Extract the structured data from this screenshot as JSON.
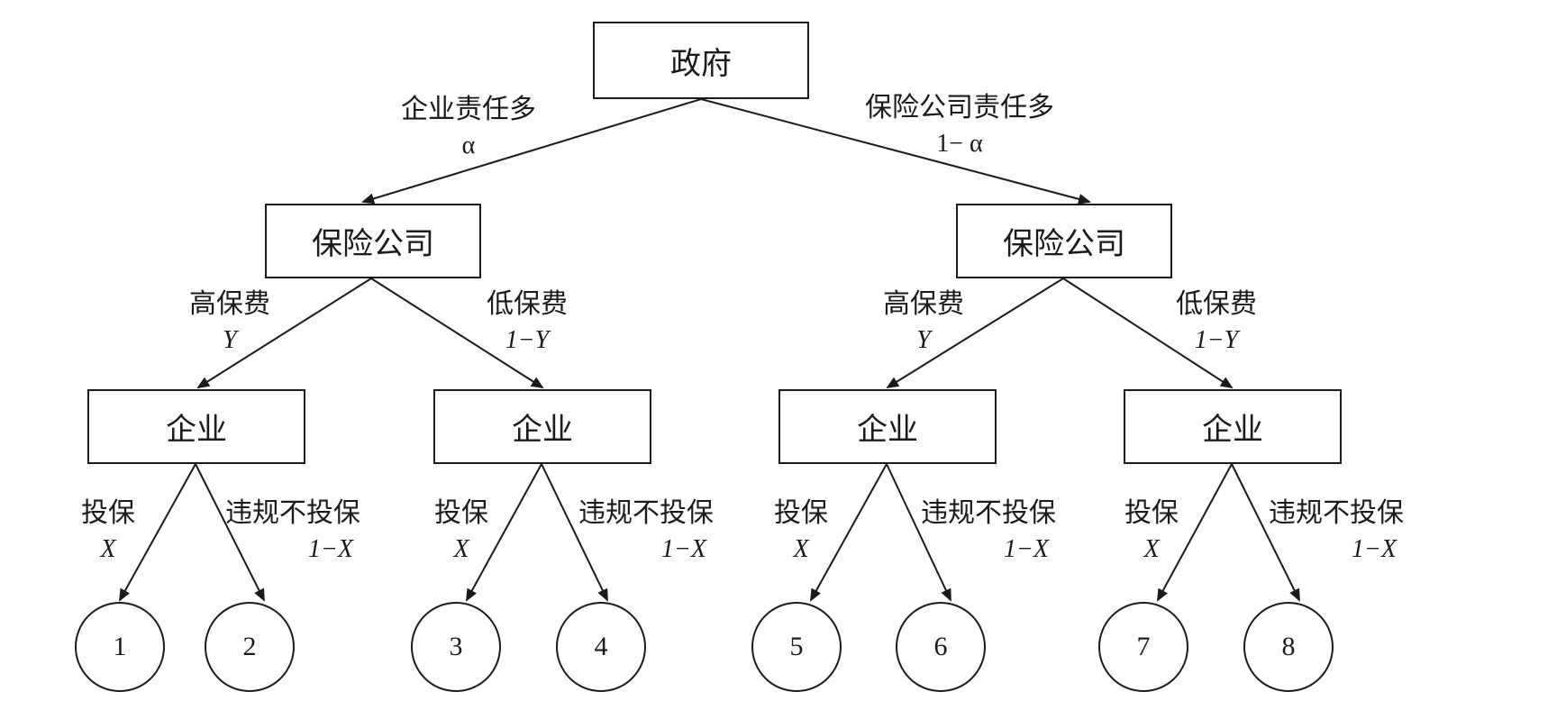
{
  "root": {
    "label": "政府"
  },
  "gov_branches": {
    "left": {
      "action": "企业责任多",
      "prob": "α"
    },
    "right": {
      "action": "保险公司责任多",
      "prob": "1− α"
    }
  },
  "insurers": [
    {
      "label": "保险公司"
    },
    {
      "label": "保险公司"
    }
  ],
  "insurer_branches": {
    "high": {
      "action": "高保费",
      "prob": "Y"
    },
    "low": {
      "action": "低保费",
      "prob": "1−Y"
    }
  },
  "firms": [
    {
      "label": "企业"
    },
    {
      "label": "企业"
    },
    {
      "label": "企业"
    },
    {
      "label": "企业"
    }
  ],
  "firm_branches": {
    "insure": {
      "action": "投保",
      "prob": "X"
    },
    "violate": {
      "action": "违规不投保",
      "prob": "1−X"
    }
  },
  "outcomes": [
    "1",
    "2",
    "3",
    "4",
    "5",
    "6",
    "7",
    "8"
  ]
}
